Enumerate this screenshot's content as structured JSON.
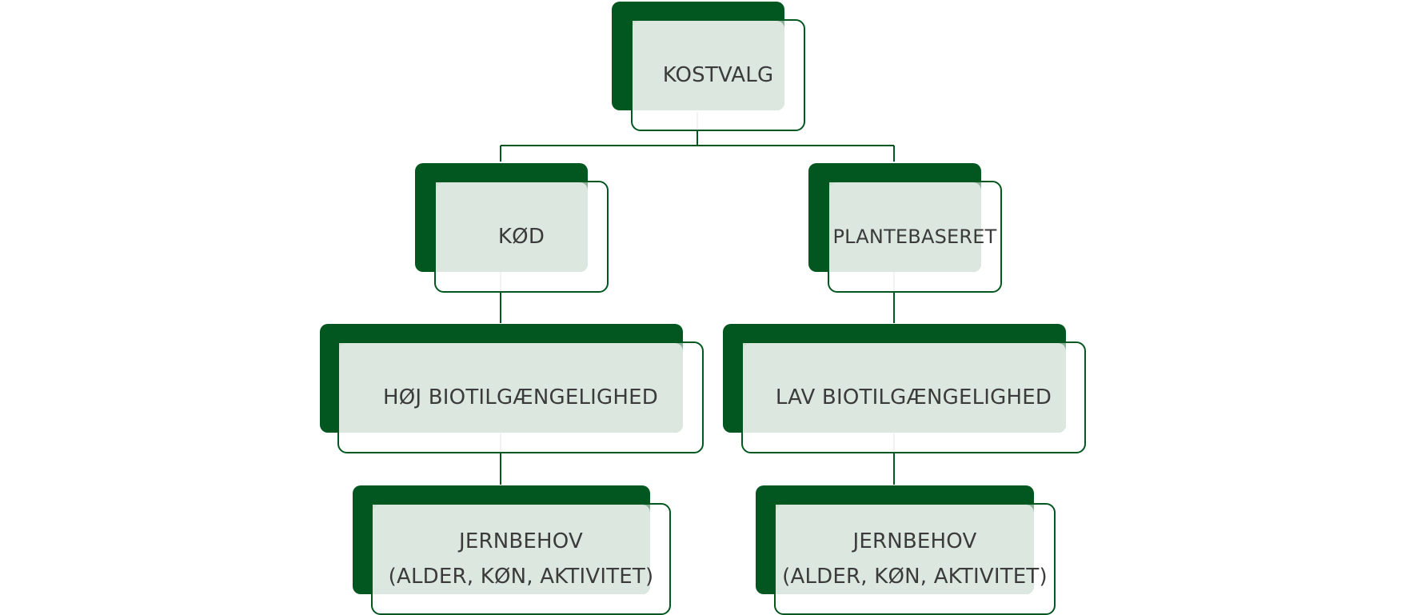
{
  "diagram": {
    "colors": {
      "accent": "#02561f",
      "tint": "#e2ece5",
      "text": "#3b3b3b",
      "connector": "#02561f"
    },
    "nodes": {
      "root": {
        "label": "KOSTVALG"
      },
      "meat": {
        "label": "KØD"
      },
      "plant": {
        "label": "PLANTEBASERET"
      },
      "high_bio": {
        "label": "HØJ BIOTILGÆNGELIGHED"
      },
      "low_bio": {
        "label": "LAV BIOTILGÆNGELIGHED"
      },
      "iron_left": {
        "line1": "JERNBEHOV",
        "line2": "(ALDER, KØN, AKTIVITET)"
      },
      "iron_right": {
        "line1": "JERNBEHOV",
        "line2": "(ALDER, KØN, AKTIVITET)"
      }
    }
  }
}
